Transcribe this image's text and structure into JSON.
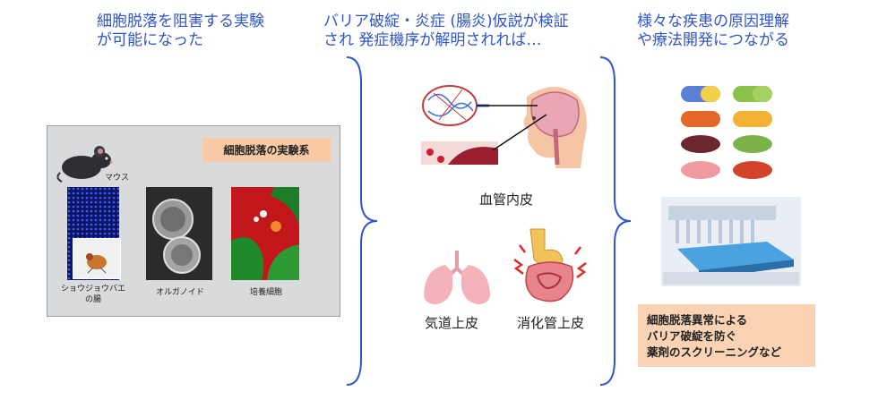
{
  "headers": {
    "left": "細胞脱落を阻害する実験\nが可能になった",
    "middle": "バリア破綻・炎症 (腸炎)仮説が検証\nされ 発症機序が解明されれば…",
    "right": "様々な疾患の原因理解\nや療法開発につながる"
  },
  "panel": {
    "title": "細胞脱落の実験系",
    "mouse_label": "マウス",
    "images": [
      {
        "label": "ショウジョウバエ\nの腸"
      },
      {
        "label": "オルガノイド"
      },
      {
        "label": "培養細胞"
      }
    ]
  },
  "organs": {
    "vessel_label": "血管内皮",
    "lung_label": "気道上皮",
    "gut_label": "消化管上皮"
  },
  "outcome_note": "細胞脱落異常による\nバリア破綻を防ぐ\n薬剤のスクリーニングなど",
  "colors": {
    "header_text": "#2f55c8",
    "brace": "#2f55c8",
    "panel_title_bg": "#f7c9a4",
    "note_bg": "#f9d3b3"
  }
}
